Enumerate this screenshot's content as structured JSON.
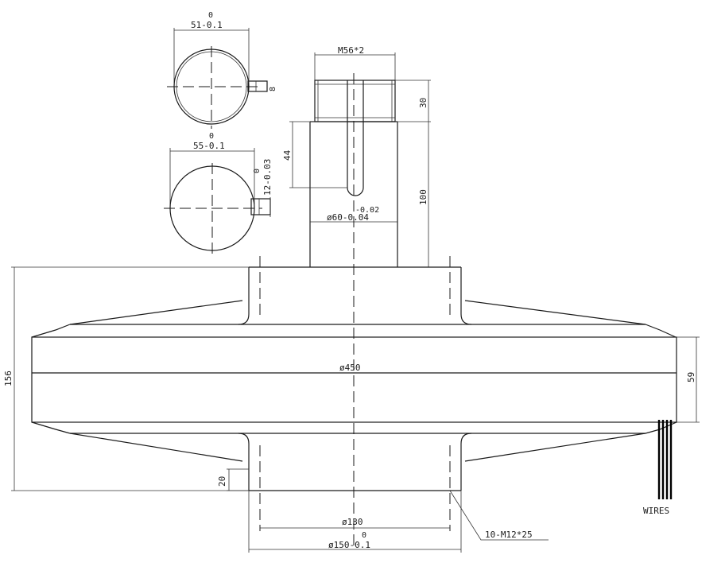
{
  "labels": {
    "tol_zero_top_circle": "0",
    "dia_top_circle": "51-0.1",
    "key_width_top": "8",
    "tol_zero_mid_circle": "0",
    "dia_mid_circle": "55-0.1",
    "tol_zero_key_mid": "0",
    "key_mid": "12-0.03",
    "thread": "M56*2",
    "dim_30": "30",
    "dim_44": "44",
    "dim_100": "100",
    "tol_upper_shaft": "-0.02",
    "shaft_dia": "ø60-0.04",
    "height_156": "156",
    "dia_450": "ø450",
    "dim_59": "59",
    "dim_20": "20",
    "dia_130": "ø130",
    "tol_zero_bottom": "0",
    "dia_150": "ø150-0.1",
    "bolt_note": "10-M12*25",
    "wires": "WIRES"
  }
}
